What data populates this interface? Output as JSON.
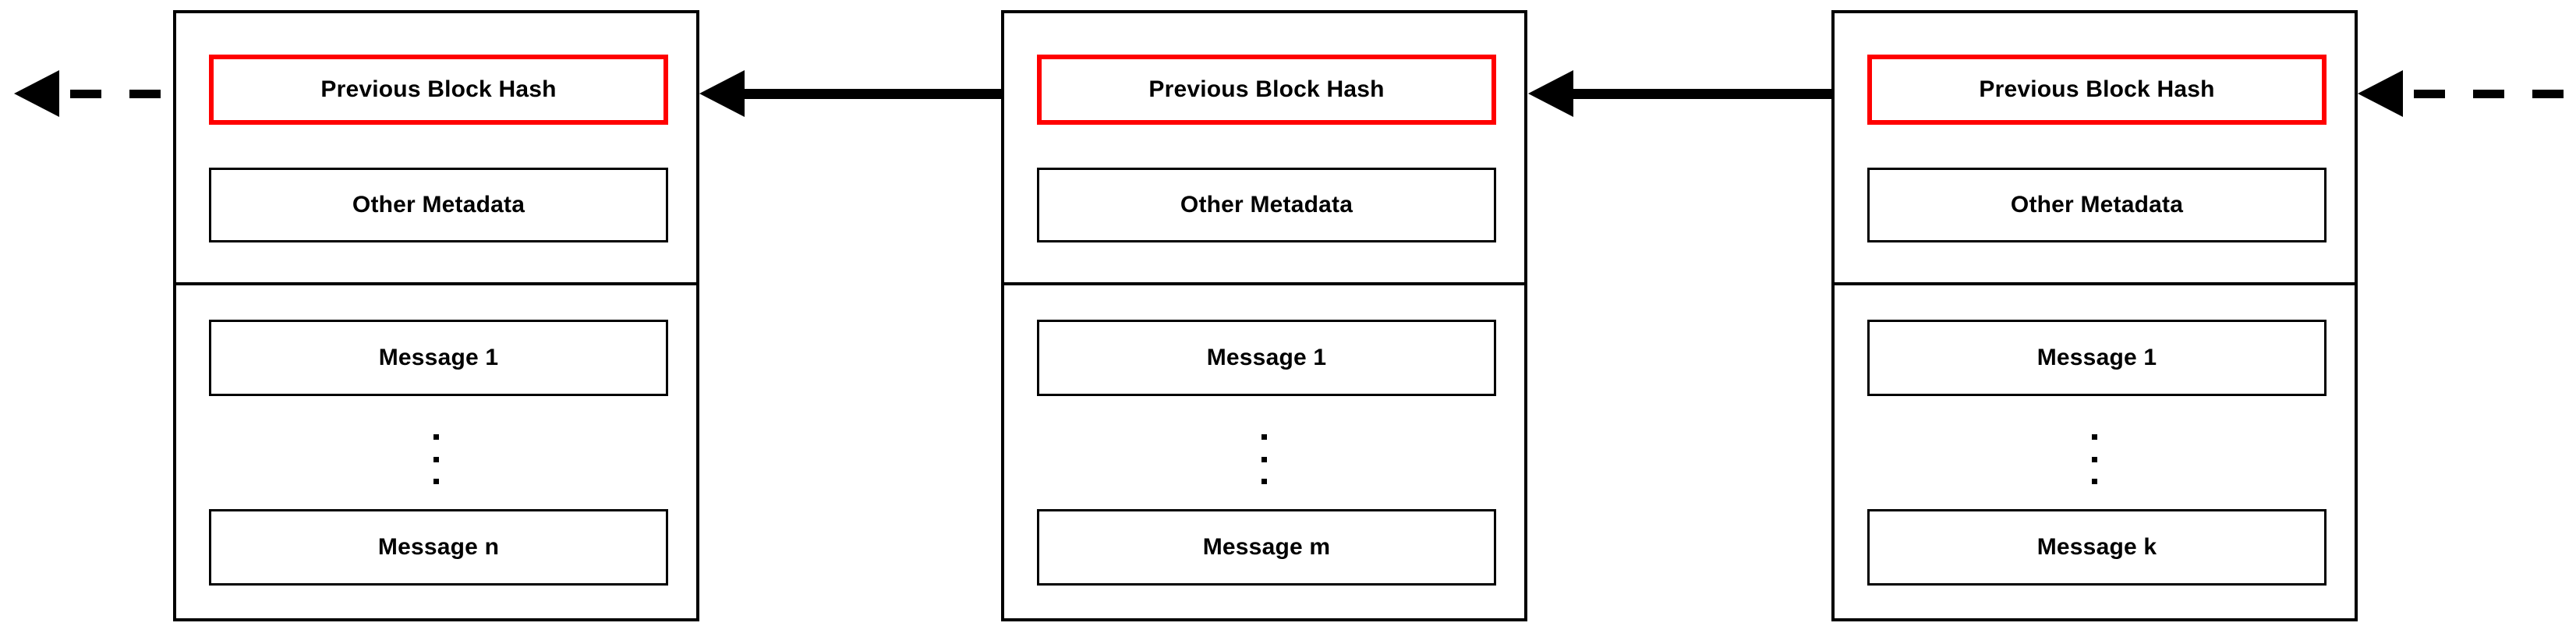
{
  "diagram": {
    "type": "blockchain-chain",
    "background_color": "#ffffff",
    "accent_color": "#ff0000",
    "line_color": "#000000",
    "blocks": [
      {
        "id": "block-1",
        "header": {
          "hash_label": "Previous Block Hash",
          "metadata_label": "Other Metadata"
        },
        "body": {
          "first_message": "Message 1",
          "ellipsis": "⋮",
          "last_message": "Message n"
        }
      },
      {
        "id": "block-2",
        "header": {
          "hash_label": "Previous Block Hash",
          "metadata_label": "Other Metadata"
        },
        "body": {
          "first_message": "Message 1",
          "ellipsis": "⋮",
          "last_message": "Message m"
        }
      },
      {
        "id": "block-3",
        "header": {
          "hash_label": "Previous Block Hash",
          "metadata_label": "Other Metadata"
        },
        "body": {
          "first_message": "Message 1",
          "ellipsis": "⋮",
          "last_message": "Message k"
        }
      }
    ],
    "connectors": [
      {
        "id": "dashed-left",
        "style": "dashed",
        "direction": "left",
        "dash_count": 3
      },
      {
        "id": "solid-block2-to-block1",
        "style": "solid",
        "direction": "left"
      },
      {
        "id": "solid-block3-to-block2",
        "style": "solid",
        "direction": "left"
      },
      {
        "id": "dashed-right",
        "style": "dashed",
        "direction": "left",
        "dash_count": 3
      }
    ]
  }
}
